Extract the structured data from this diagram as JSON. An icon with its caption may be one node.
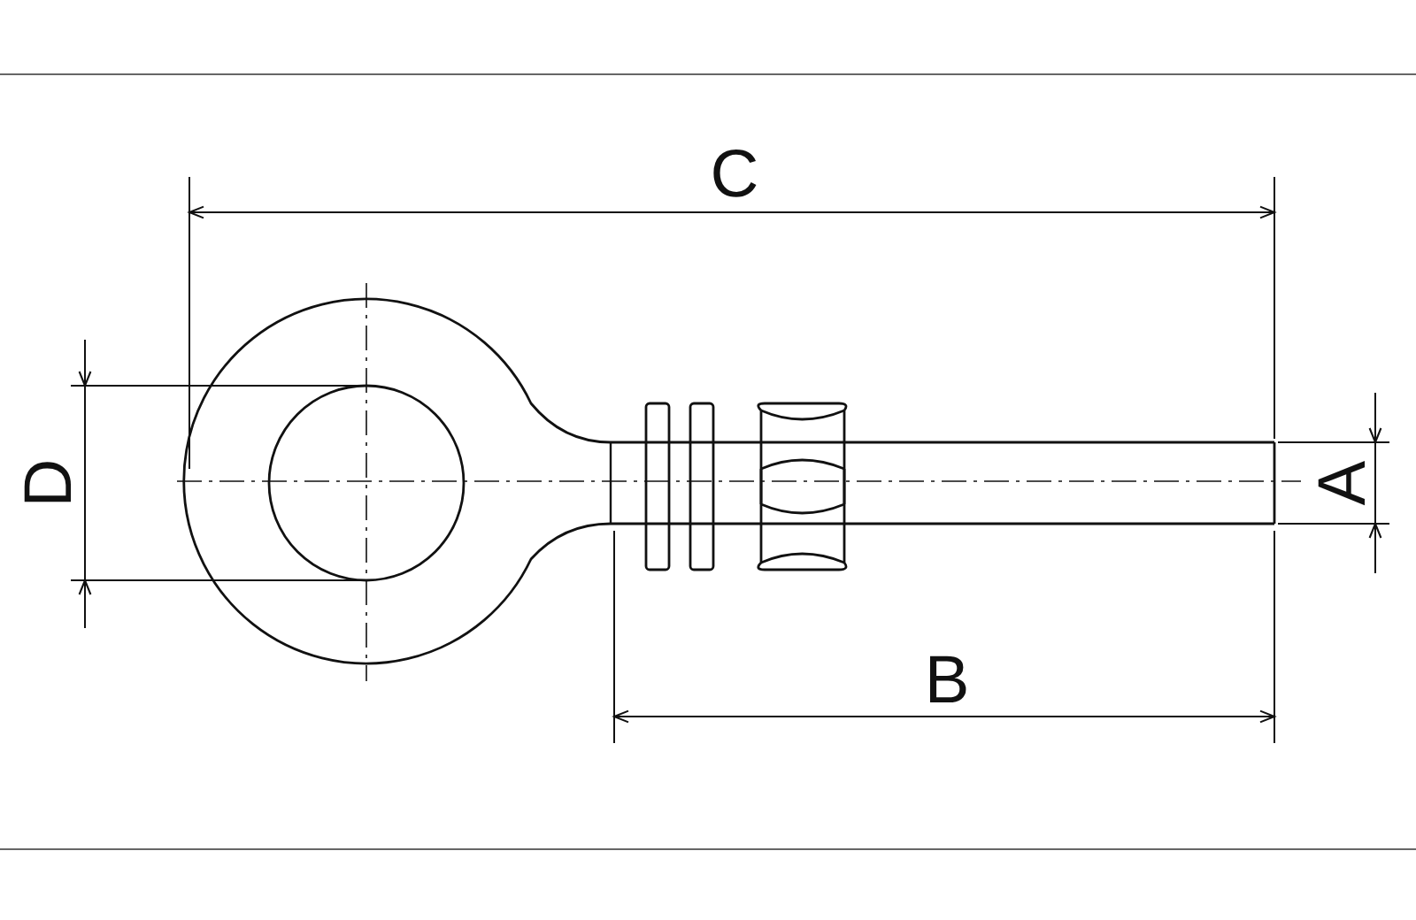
{
  "diagram": {
    "labels": [
      "C",
      "D",
      "A",
      "B"
    ]
  }
}
